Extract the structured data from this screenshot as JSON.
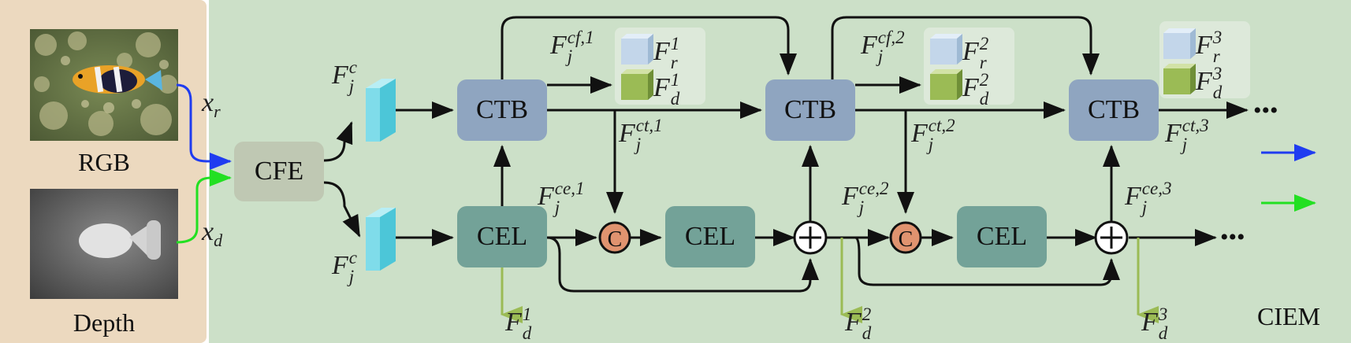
{
  "panels": {
    "input_captions": [
      "RGB",
      "Depth"
    ],
    "module_label": "CIEM"
  },
  "blocks": {
    "cfe": "CFE",
    "ctb": "CTB",
    "cel": "CEL",
    "concat": "C",
    "add": "+",
    "ellipsis": "•••"
  },
  "inputs": {
    "xr": {
      "base": "x",
      "sub": "r"
    },
    "xd": {
      "base": "x",
      "sub": "d"
    }
  },
  "features": {
    "fjc": {
      "base": "F",
      "sup": "c",
      "sub": "j"
    },
    "fjcf1": {
      "base": "F",
      "sup": "cf,1",
      "sub": "j"
    },
    "fjcf2": {
      "base": "F",
      "sup": "cf,2",
      "sub": "j"
    },
    "fjct1": {
      "base": "F",
      "sup": "ct,1",
      "sub": "j"
    },
    "fjct2": {
      "base": "F",
      "sup": "ct,2",
      "sub": "j"
    },
    "fjct3": {
      "base": "F",
      "sup": "ct,3",
      "sub": "j"
    },
    "fjce1": {
      "base": "F",
      "sup": "ce,1",
      "sub": "j"
    },
    "fjce2": {
      "base": "F",
      "sup": "ce,2",
      "sub": "j"
    },
    "fjce3": {
      "base": "F",
      "sup": "ce,3",
      "sub": "j"
    },
    "fr1": {
      "base": "F",
      "sup": "1",
      "sub": "r"
    },
    "fr2": {
      "base": "F",
      "sup": "2",
      "sub": "r"
    },
    "fr3": {
      "base": "F",
      "sup": "3",
      "sub": "r"
    },
    "fd1": {
      "base": "F",
      "sup": "1",
      "sub": "d"
    },
    "fd2": {
      "base": "F",
      "sup": "2",
      "sub": "d"
    },
    "fd3": {
      "base": "F",
      "sup": "3",
      "sub": "d"
    }
  },
  "colors": {
    "rgb_arrow": "#1f3cf0",
    "depth_arrow": "#22e022",
    "output_arrow": "#9bbb55",
    "ctb_fill": "#8fa5c0",
    "cel_fill": "#73a298",
    "concat_fill": "#e0936f",
    "cube_blue": "#c3d6ea",
    "cube_green": "#9bbb55",
    "cube_cyan": "#7fdcea"
  }
}
